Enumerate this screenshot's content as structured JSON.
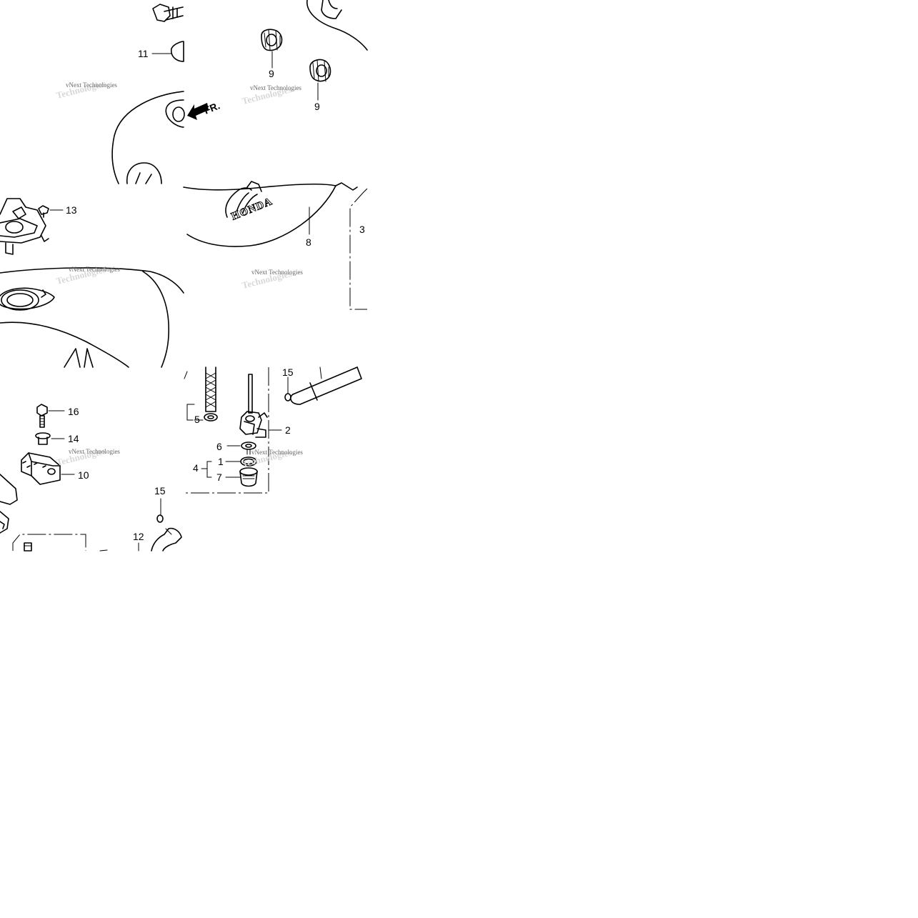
{
  "watermark_text": "vNext Technologies",
  "brand_text": "HONDA",
  "direction_text": "FR.",
  "callouts": {
    "c1": "1",
    "c2": "2",
    "c3": "3",
    "c4": "4",
    "c5": "5",
    "c6": "6",
    "c7": "7",
    "c8": "8",
    "c9a": "9",
    "c9b": "9",
    "c10": "10",
    "c11": "11",
    "c12": "12",
    "c13": "13",
    "c14": "14",
    "c15a": "15",
    "c15b": "15",
    "c16": "16"
  }
}
